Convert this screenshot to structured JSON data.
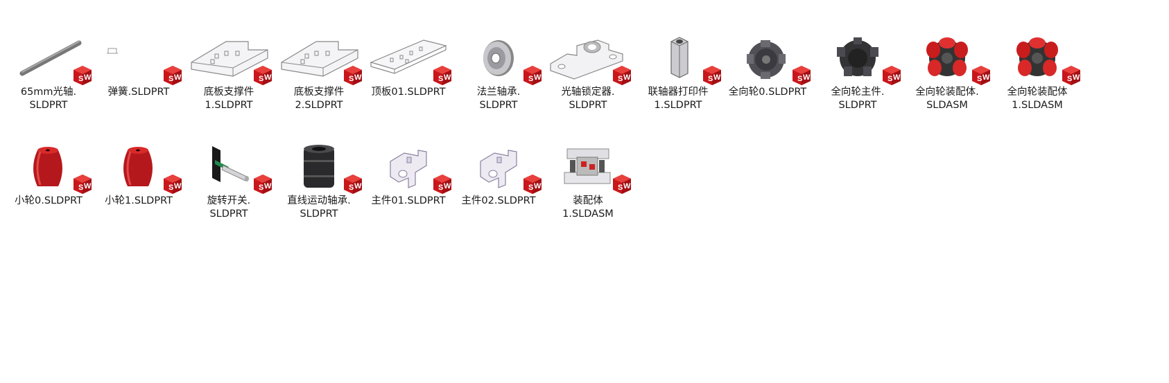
{
  "files": [
    {
      "line1": "65mm光轴.",
      "line2": "SLDPRT",
      "icon": "shaft-model-icon"
    },
    {
      "line1": "弹簧.SLDPRT",
      "line2": "",
      "icon": "spring-model-icon"
    },
    {
      "line1": "底板支撑件",
      "line2": "1.SLDPRT",
      "icon": "base-plate-support-model-icon"
    },
    {
      "line1": "底板支撑件",
      "line2": "2.SLDPRT",
      "icon": "base-plate-support-model-icon"
    },
    {
      "line1": "顶板01.SLDPRT",
      "line2": "",
      "icon": "top-plate-model-icon"
    },
    {
      "line1": "法兰轴承.",
      "line2": "SLDPRT",
      "icon": "flange-bearing-model-icon"
    },
    {
      "line1": "光轴锁定器.",
      "line2": "SLDPRT",
      "icon": "shaft-lock-model-icon"
    },
    {
      "line1": "联轴器打印件",
      "line2": "1.SLDPRT",
      "icon": "coupling-model-icon"
    },
    {
      "line1": "全向轮0.SLDPRT",
      "line2": "",
      "icon": "omni-wheel-model-icon"
    },
    {
      "line1": "全向轮主件.",
      "line2": "SLDPRT",
      "icon": "omni-wheel-hub-model-icon"
    },
    {
      "line1": "全向轮装配体.",
      "line2": "SLDASM",
      "icon": "omni-wheel-assembly-model-icon"
    },
    {
      "line1": "全向轮装配体",
      "line2": "1.SLDASM",
      "icon": "omni-wheel-assembly-model-icon"
    },
    {
      "line1": "小轮0.SLDPRT",
      "line2": "",
      "icon": "roller-model-icon"
    },
    {
      "line1": "小轮1.SLDPRT",
      "line2": "",
      "icon": "roller-model-icon"
    },
    {
      "line1": "旋转开关.",
      "line2": "SLDPRT",
      "icon": "rotary-switch-model-icon"
    },
    {
      "line1": "直线运动轴承.",
      "line2": "SLDPRT",
      "icon": "linear-bearing-model-icon"
    },
    {
      "line1": "主件01.SLDPRT",
      "line2": "",
      "icon": "bracket-model-icon"
    },
    {
      "line1": "主件02.SLDPRT",
      "line2": "",
      "icon": "bracket-model-icon"
    },
    {
      "line1": "装配体",
      "line2": "1.SLDASM",
      "icon": "assembly-model-icon"
    }
  ],
  "badge": {
    "text": "SW",
    "icon": "solidworks-icon",
    "color": "#d9261c"
  }
}
